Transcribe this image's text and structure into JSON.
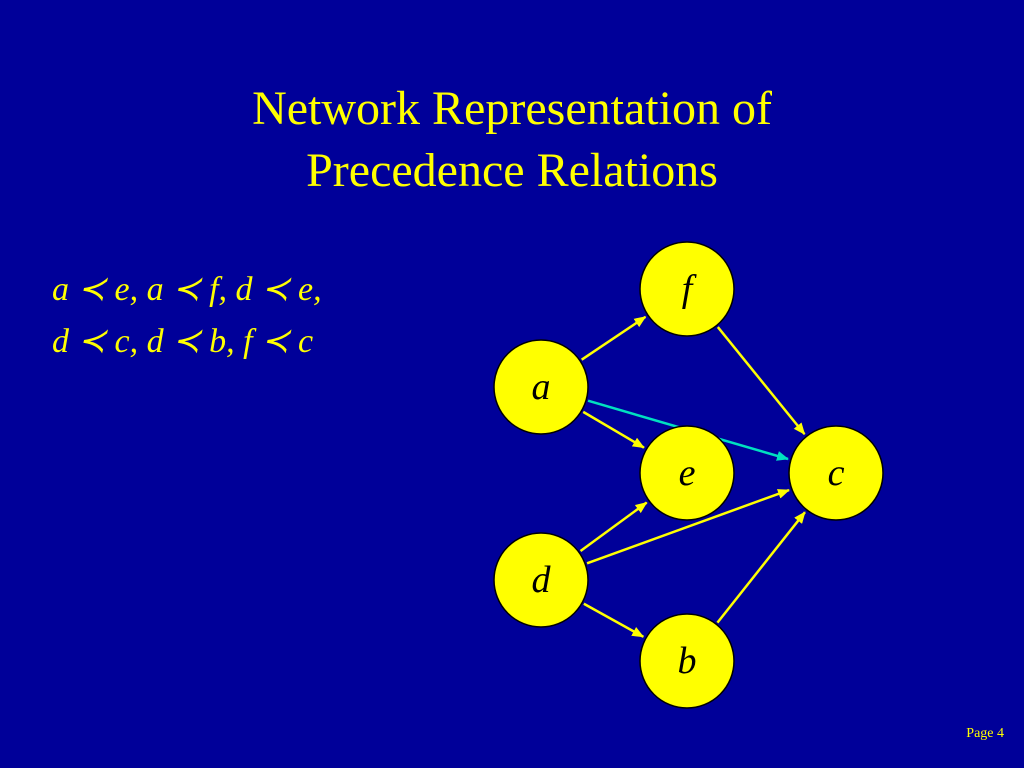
{
  "slide": {
    "title_line1": "Network Representation of",
    "title_line2": "Precedence Relations",
    "relations_line1": "a ≺ e, a ≺ f, d ≺ e,",
    "relations_line2": "d ≺ c, d ≺ b, f ≺ c",
    "page_label": "Page 4"
  },
  "colors": {
    "background": "#000099",
    "text": "#ffff00",
    "node_fill": "#ffff00",
    "edge": "#ffff00",
    "highlight_edge": "#00e0c0"
  },
  "diagram": {
    "nodes": [
      {
        "id": "f",
        "label": "f"
      },
      {
        "id": "a",
        "label": "a"
      },
      {
        "id": "e",
        "label": "e"
      },
      {
        "id": "c",
        "label": "c"
      },
      {
        "id": "d",
        "label": "d"
      },
      {
        "id": "b",
        "label": "b"
      }
    ],
    "edges": [
      {
        "from": "a",
        "to": "f",
        "highlight": false
      },
      {
        "from": "a",
        "to": "e",
        "highlight": false
      },
      {
        "from": "a",
        "to": "c",
        "highlight": true
      },
      {
        "from": "f",
        "to": "c",
        "highlight": false
      },
      {
        "from": "d",
        "to": "e",
        "highlight": false
      },
      {
        "from": "d",
        "to": "c",
        "highlight": false
      },
      {
        "from": "d",
        "to": "b",
        "highlight": false
      },
      {
        "from": "b",
        "to": "c",
        "highlight": false
      }
    ]
  }
}
